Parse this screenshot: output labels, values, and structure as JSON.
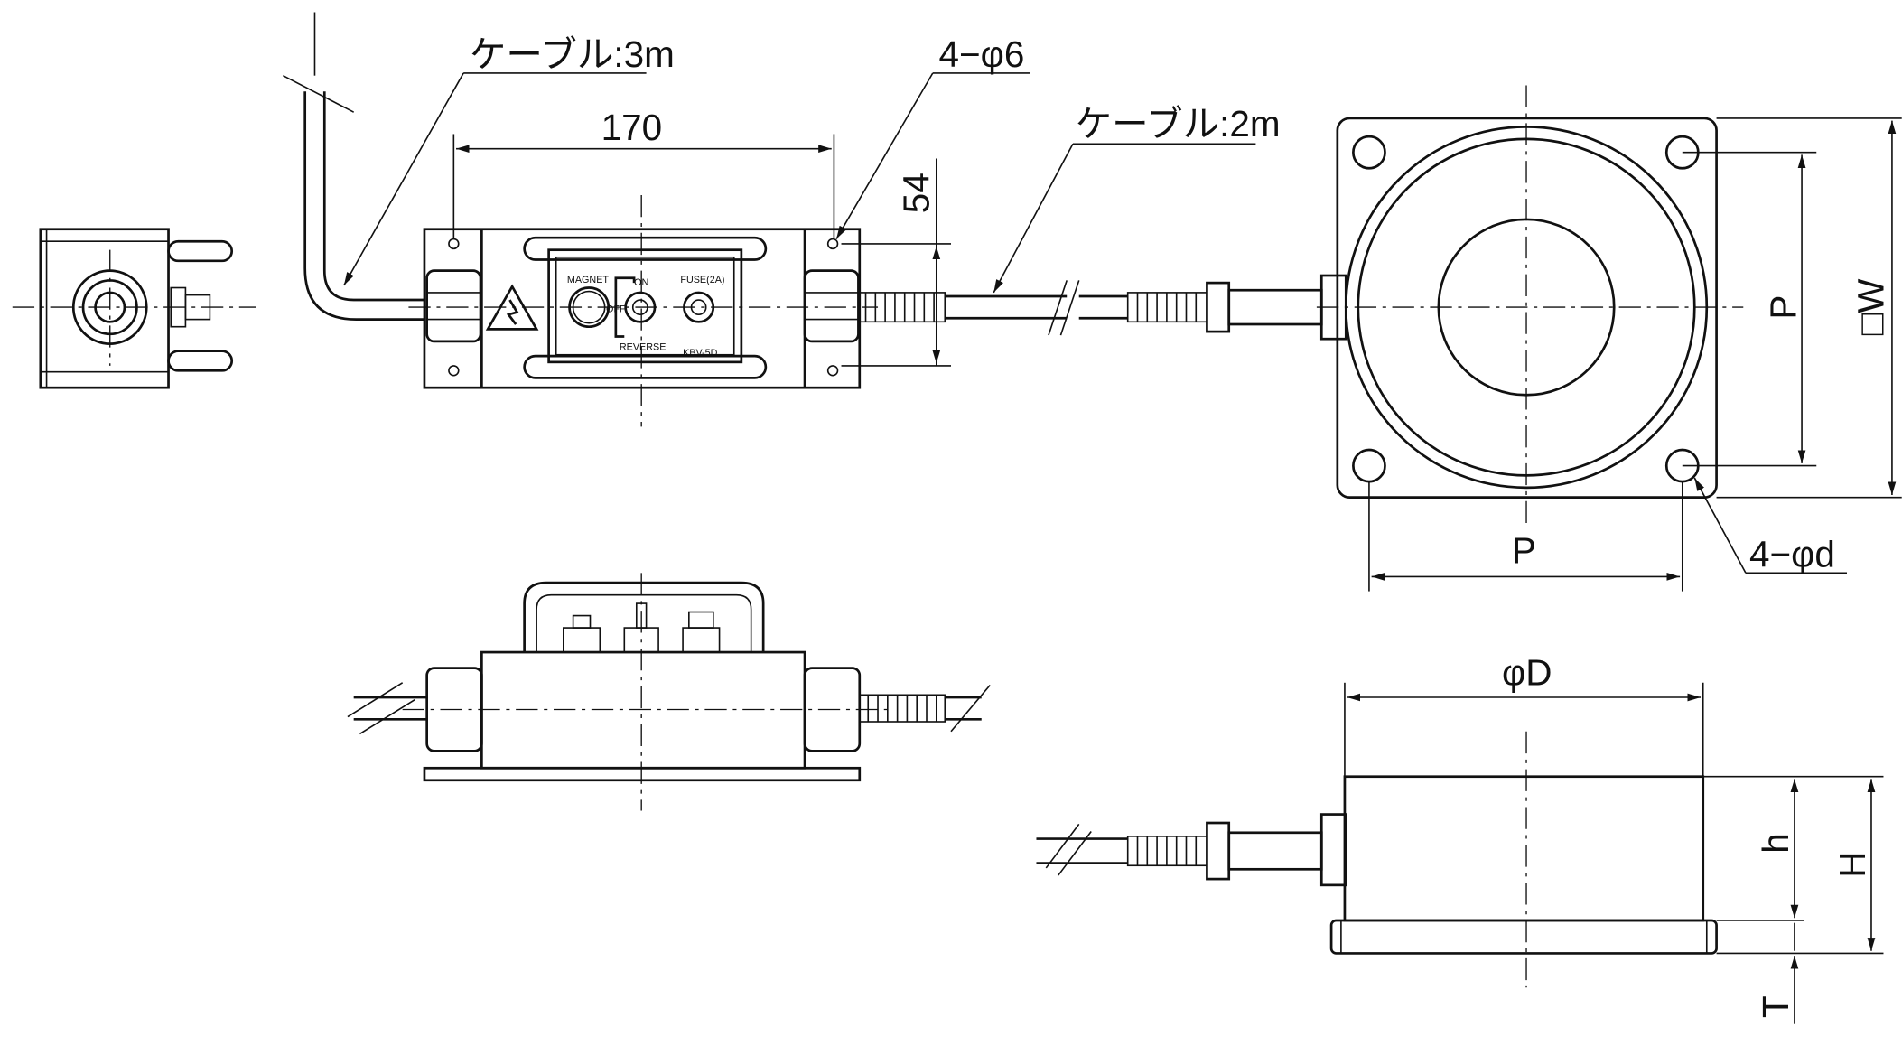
{
  "labels": {
    "cable_3m": "ケーブル:3m",
    "cable_2m": "ケーブル:2m",
    "holes_box": "4−φ6",
    "width_170": "170",
    "height_54": "54",
    "pitch_p_vertical": "P",
    "pitch_p_horizontal": "P",
    "square_w": "□W",
    "holes_magnet": "4−φd",
    "diameter_d": "φD",
    "height_h": "h",
    "height_H": "H",
    "thickness_t": "T"
  },
  "panel": {
    "magnet": "MAGNET",
    "on": "ON",
    "off": "OFF",
    "reverse": "REVERSE",
    "fuse": "FUSE(2A)",
    "model": "KBV-5D"
  }
}
